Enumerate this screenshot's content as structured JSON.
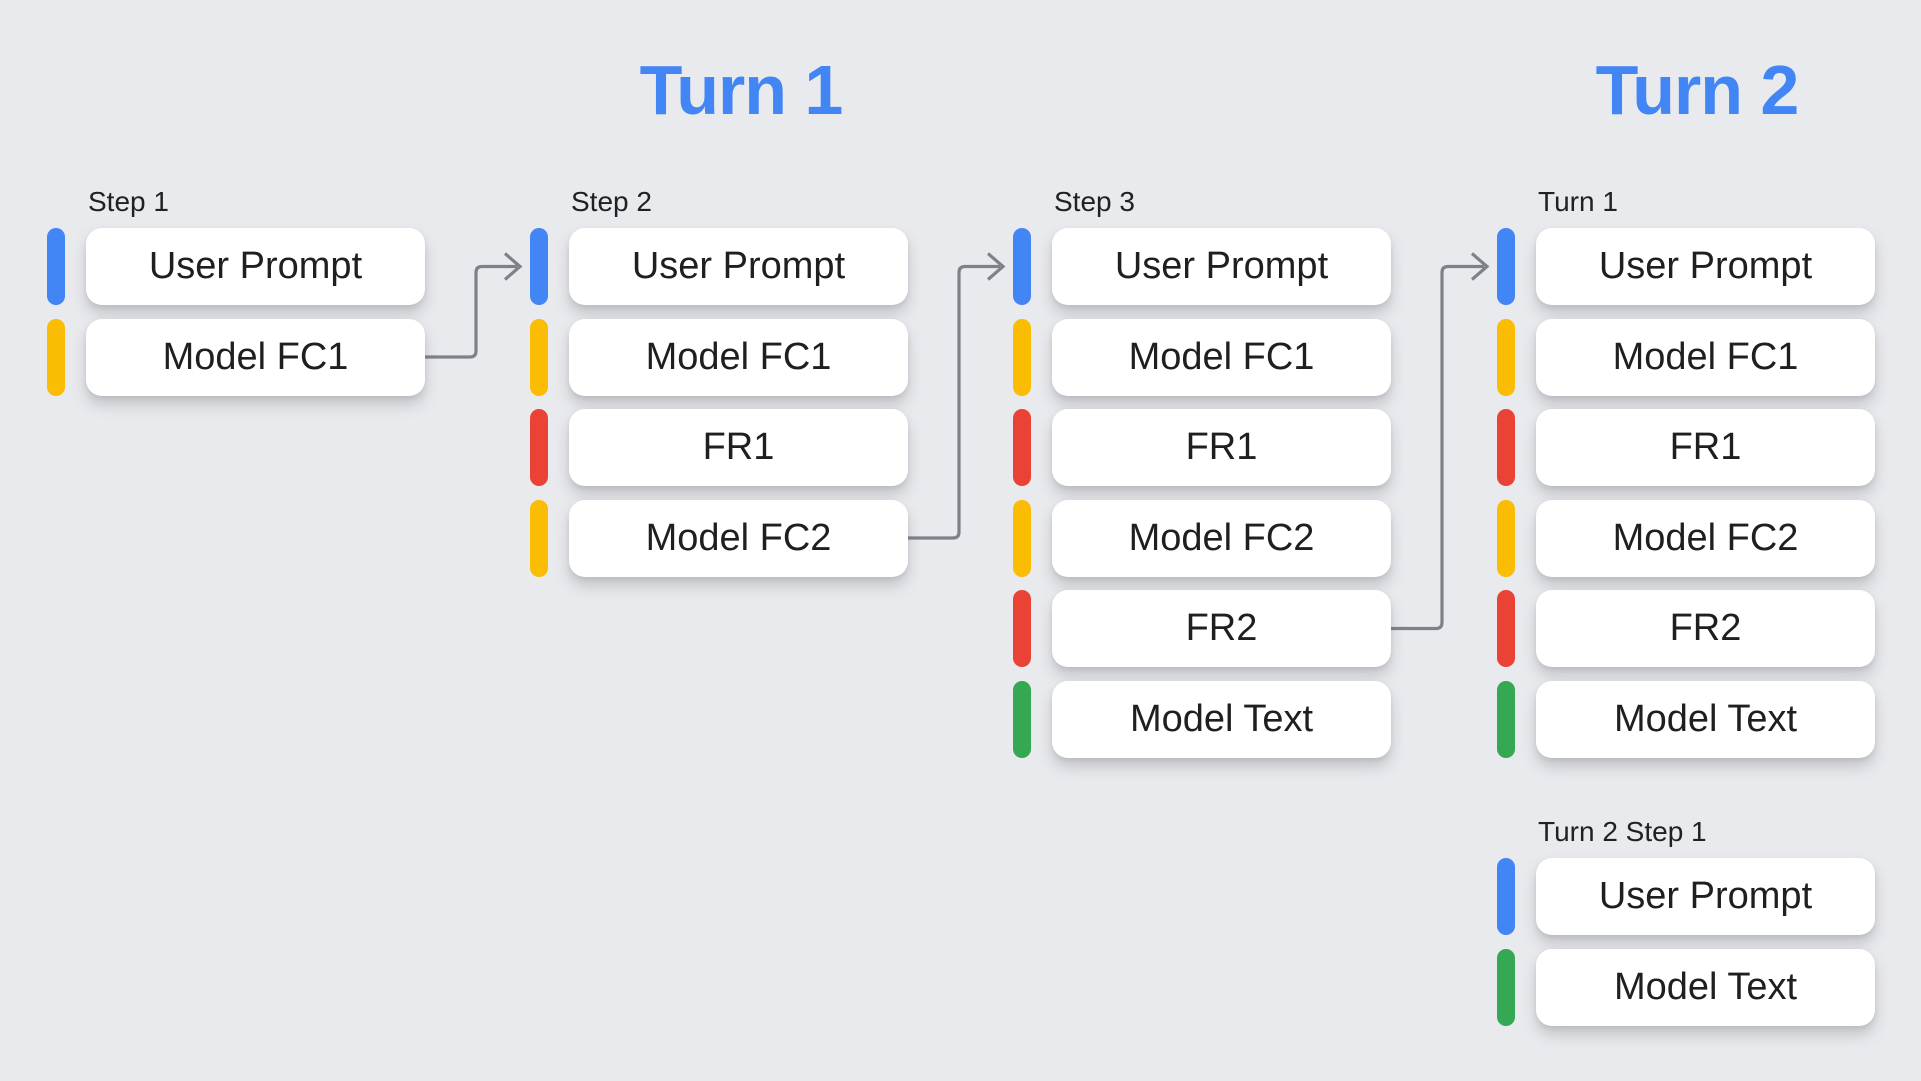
{
  "palette": {
    "blue": "#4285F4",
    "yellow": "#FBBC04",
    "red": "#EA4335",
    "green": "#34A853",
    "heading": "#4285F4",
    "arrow": "#7E8287",
    "card_background": "#FFFFFF",
    "canvas_background": "#E9EAEE",
    "text": "#1F1F1F"
  },
  "headings": [
    {
      "label": "Turn 1"
    },
    {
      "label": "Turn 2"
    }
  ],
  "columns": [
    {
      "label": "Step 1",
      "items": [
        {
          "label": "User Prompt",
          "color": "blue"
        },
        {
          "label": "Model FC1",
          "color": "yellow"
        }
      ]
    },
    {
      "label": "Step 2",
      "items": [
        {
          "label": "User Prompt",
          "color": "blue"
        },
        {
          "label": "Model FC1",
          "color": "yellow"
        },
        {
          "label": "FR1",
          "color": "red"
        },
        {
          "label": "Model FC2",
          "color": "yellow"
        }
      ]
    },
    {
      "label": "Step 3",
      "items": [
        {
          "label": "User Prompt",
          "color": "blue"
        },
        {
          "label": "Model FC1",
          "color": "yellow"
        },
        {
          "label": "FR1",
          "color": "red"
        },
        {
          "label": "Model FC2",
          "color": "yellow"
        },
        {
          "label": "FR2",
          "color": "red"
        },
        {
          "label": "Model Text",
          "color": "green"
        }
      ]
    },
    {
      "label": "Turn 1",
      "items": [
        {
          "label": "User Prompt",
          "color": "blue"
        },
        {
          "label": "Model FC1",
          "color": "yellow"
        },
        {
          "label": "FR1",
          "color": "red"
        },
        {
          "label": "Model FC2",
          "color": "yellow"
        },
        {
          "label": "FR2",
          "color": "red"
        },
        {
          "label": "Model Text",
          "color": "green"
        }
      ]
    },
    {
      "label": "Turn 2 Step 1",
      "items": [
        {
          "label": "User Prompt",
          "color": "blue"
        },
        {
          "label": "Model Text",
          "color": "green"
        }
      ]
    }
  ],
  "arrows": [
    {
      "from": {
        "column": 0,
        "item": 1
      },
      "to": {
        "column": 1,
        "item": 0
      }
    },
    {
      "from": {
        "column": 1,
        "item": 3
      },
      "to": {
        "column": 2,
        "item": 0
      }
    },
    {
      "from": {
        "column": 2,
        "item": 4
      },
      "to": {
        "column": 3,
        "item": 0
      }
    }
  ]
}
